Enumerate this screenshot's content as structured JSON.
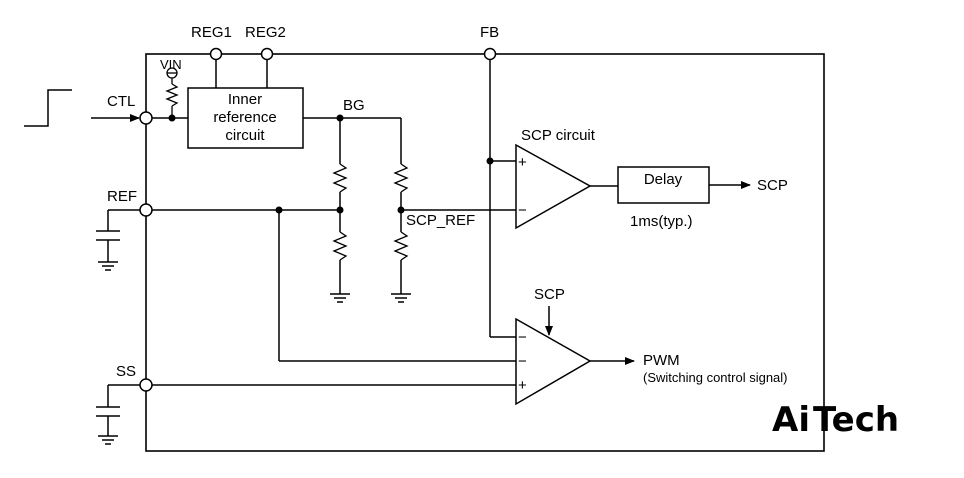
{
  "labels": {
    "reg1": "REG1",
    "reg2": "REG2",
    "fb": "FB",
    "vin": "VIN",
    "ctl": "CTL",
    "inner_ref_line1": "Inner",
    "inner_ref_line2": "reference",
    "inner_ref_line3": "circuit",
    "bg": "BG",
    "ref": "REF",
    "scp_ref": "SCP_REF",
    "scp_circuit": "SCP circuit",
    "plus": "+",
    "minus": "−",
    "delay": "Delay",
    "delay_time": "1ms(typ.)",
    "scp_out": "SCP",
    "scp_in": "SCP",
    "pwm": "PWM",
    "pwm_desc": "(Switching control signal)",
    "ss": "SS"
  },
  "watermark": {
    "part1": "Ai",
    "part2": "Tech",
    "color1": "#4caf50",
    "color2": "#555555"
  }
}
